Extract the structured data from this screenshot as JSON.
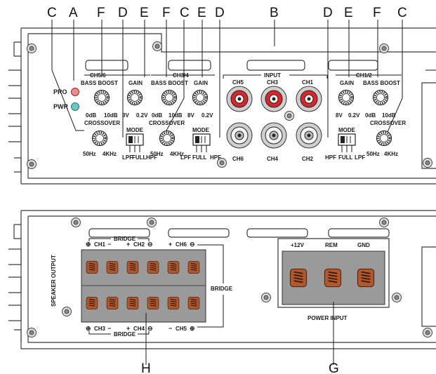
{
  "callouts": {
    "top": [
      "C",
      "A",
      "F",
      "D",
      "E",
      "F",
      "C",
      "E",
      "D",
      "B",
      "D",
      "E",
      "F",
      "C"
    ],
    "h": "H",
    "g": "G"
  },
  "indicators": {
    "pro": "PRO",
    "pwr": "PWR"
  },
  "ch56": {
    "title": "CH5/6",
    "bass": "BASS BOOST",
    "gain": "GAIN",
    "bass_min": "0dB",
    "bass_max": "10dB",
    "gain_min": "8V",
    "gain_max": "0.2V",
    "crossover": "CROSSOVER",
    "cross_min": "50Hz",
    "cross_max": "4KHz",
    "mode": "MODE",
    "lpf": "LPF",
    "full": "FULL",
    "hpf": "HPF"
  },
  "ch34": {
    "title": "CH3/4",
    "bass": "BASS BOOST",
    "gain": "GAIN",
    "bass_min": "0dB",
    "bass_max": "10dB",
    "gain_min": "8V",
    "gain_max": "0.2V",
    "crossover": "CROSSOVER",
    "cross_min": "50Hz",
    "cross_max": "4KHz",
    "mode": "MODE",
    "lpf": "LPF",
    "full": "FULL",
    "hpf": "HPF"
  },
  "ch12": {
    "title": "CH1/2",
    "bass": "BASS BOOST",
    "gain": "GAIN",
    "bass_min": "0dB",
    "bass_max": "10dB",
    "gain_min": "8V",
    "gain_max": "0.2V",
    "crossover": "CROSSOVER",
    "cross_min": "50Hz",
    "cross_max": "4KHz",
    "mode": "MODE",
    "lpf": "LPF",
    "full": "FULL",
    "hpf": "HPF"
  },
  "input": {
    "title": "INPUT",
    "top": [
      "CH5",
      "CH3",
      "CH1"
    ],
    "bottom": [
      "CH6",
      "CH4",
      "CH2"
    ]
  },
  "speaker": {
    "side": "SPEAKER OUTPUT",
    "bridge": "BRIDGE",
    "ch1": "CH1",
    "ch2": "CH2",
    "ch3": "CH3",
    "ch4": "CH4",
    "ch5": "CH5",
    "ch6": "CH6",
    "plus": "+",
    "minus": "−",
    "plus_c": "⊕",
    "minus_c": "⊖"
  },
  "power": {
    "title": "POWER INPUT",
    "labels": [
      "+12V",
      "REM",
      "GND"
    ]
  }
}
